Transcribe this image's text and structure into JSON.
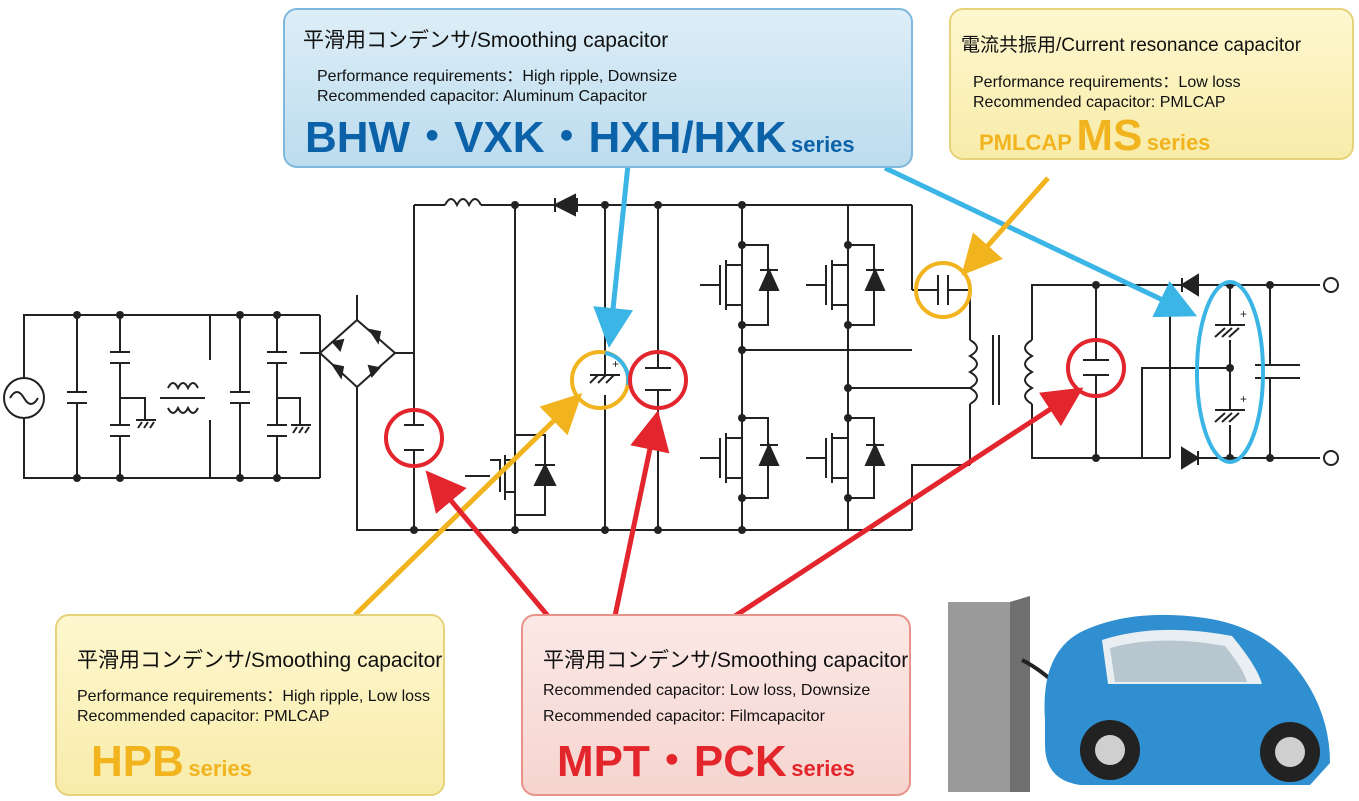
{
  "colors": {
    "blue_arrow": "#3ab5e6",
    "yellow_arrow": "#f2b41e",
    "red_arrow": "#e3262e",
    "series_blue": "#0b62a8",
    "series_yellow": "#f2b41e",
    "series_red": "#e2262b",
    "car_body": "#2f8fd0"
  },
  "callouts": {
    "smoothing_top": {
      "title": "平滑用コンデンサ/Smoothing capacitor",
      "line1": "Performance requirements：High ripple, Downsize",
      "line2": "Recommended capacitor: Aluminum Capacitor",
      "series_main": "BHW・VXK・HXH/HXK",
      "series_suffix": "series"
    },
    "current_resonance": {
      "title": "電流共振用/Current resonance capacitor",
      "line1": "Performance requirements：Low loss",
      "line2": "Recommended capacitor: PMLCAP",
      "series_prefix": "PMLCAP",
      "series_main": "MS",
      "series_suffix": "series"
    },
    "smoothing_bottom_left": {
      "title": "平滑用コンデンサ/Smoothing capacitor",
      "line1": "Performance requirements：High ripple, Low loss",
      "line2": "Recommended capacitor: PMLCAP",
      "series_main": "HPB",
      "series_suffix": "series"
    },
    "smoothing_bottom_center": {
      "title": "平滑用コンデンサ/Smoothing capacitor",
      "line1": "Recommended capacitor: Low loss, Downsize",
      "line2": "Recommended capacitor: Filmcapacitor",
      "series_main": "MPT・PCK",
      "series_suffix": "series"
    }
  }
}
